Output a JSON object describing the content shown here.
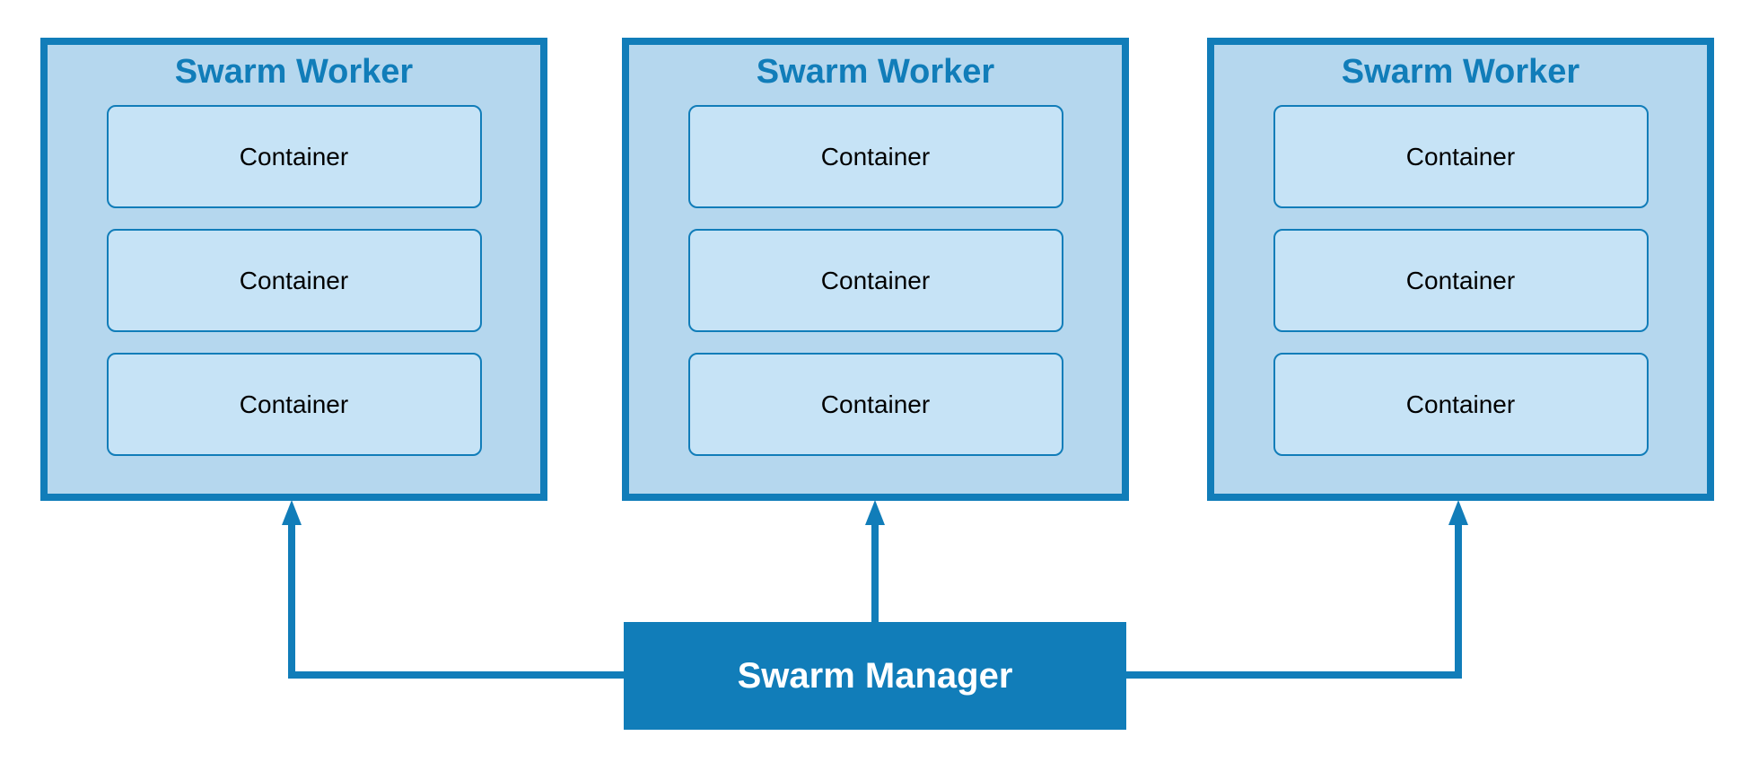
{
  "workers": [
    {
      "title": "Swarm Worker",
      "containers": [
        "Container",
        "Container",
        "Container"
      ]
    },
    {
      "title": "Swarm Worker",
      "containers": [
        "Container",
        "Container",
        "Container"
      ]
    },
    {
      "title": "Swarm Worker",
      "containers": [
        "Container",
        "Container",
        "Container"
      ]
    }
  ],
  "manager": {
    "label": "Swarm Manager"
  },
  "colors": {
    "accent": "#117db9",
    "worker-fill": "#b5d7ee",
    "container-fill": "#c6e3f6",
    "container-text": "#000000",
    "manager-text": "#ffffff"
  }
}
